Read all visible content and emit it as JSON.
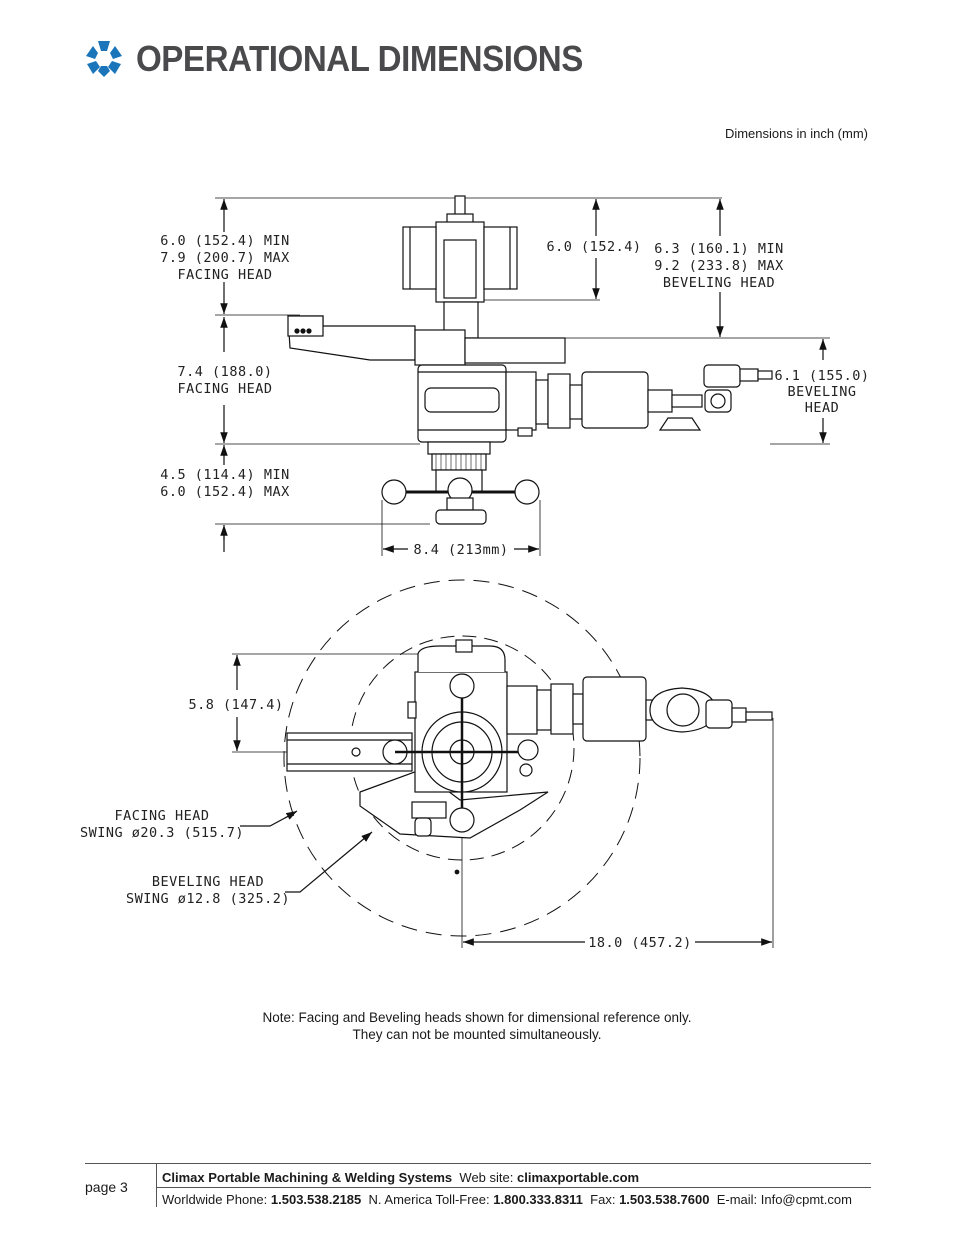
{
  "header": {
    "title": "OPERATIONAL DIMENSIONS",
    "brand_color": "#1b75bb",
    "units_note": "Dimensions in inch (mm)"
  },
  "side_view": {
    "facing_head_height": [
      "6.0  (152.4)  MIN",
      "7.9  (200.7)  MAX",
      "FACING  HEAD"
    ],
    "top_offset": "6.0  (152.4)",
    "beveling_head_height": [
      "6.3  (160.1)  MIN",
      "9.2  (233.8)  MAX",
      "BEVELING  HEAD"
    ],
    "facing_head_body": [
      "7.4  (188.0)",
      "FACING  HEAD"
    ],
    "beveling_head_body": [
      "6.1  (155.0)",
      "BEVELING",
      "HEAD"
    ],
    "mount_range": [
      "4.5  (114.4)  MIN",
      "6.0  (152.4)  MAX"
    ],
    "handle_width": "8.4  (213mm)"
  },
  "top_view": {
    "depth": "5.8  (147.4)",
    "facing_swing": [
      "FACING  HEAD",
      "SWING  ø20.3  (515.7)"
    ],
    "beveling_swing": [
      "BEVELING  HEAD",
      "SWING  ø12.8  (325.2)"
    ],
    "reach": "18.0  (457.2)"
  },
  "note": {
    "line1": "Note:  Facing and Beveling heads shown for dimensional reference only.",
    "line2": "They can not be mounted simultaneously."
  },
  "footer": {
    "page": "page 3",
    "company": "Climax Portable Machining & Welding Systems",
    "web_label": "Web site:",
    "web": "climaxportable.com",
    "ww_label": "Worldwide Phone:",
    "ww_phone": "1.503.538.2185",
    "na_label": "N. America Toll-Free:",
    "na_phone": "1.800.333.8311",
    "fax_label": "Fax:",
    "fax": "1.503.538.7600",
    "email": "E-mail: Info@cpmt.com"
  }
}
